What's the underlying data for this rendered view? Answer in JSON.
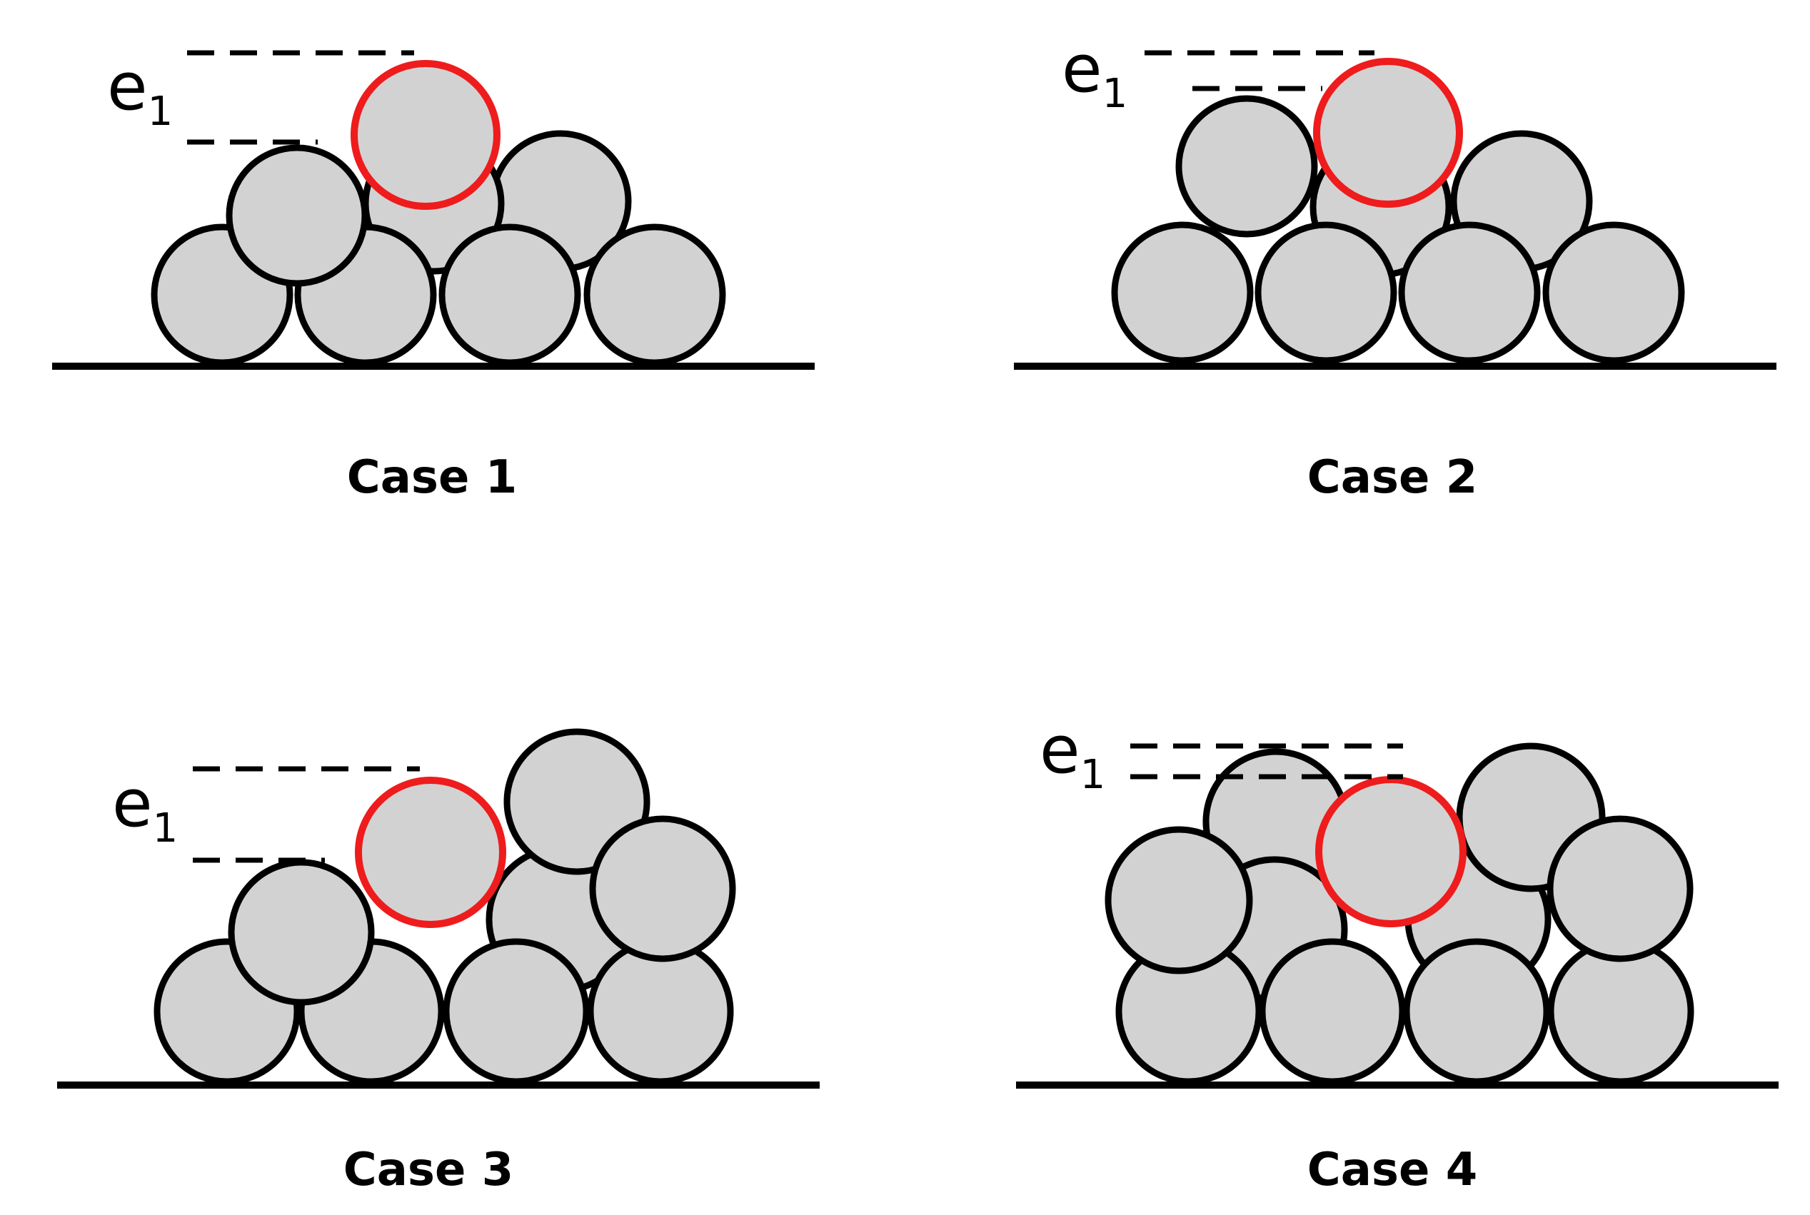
{
  "colors": {
    "sphere_fill": "#d3d2d3",
    "sphere_stroke": "#000000",
    "highlight_stroke": "#ee1c1c"
  },
  "panels": [
    {
      "label": "Case 1",
      "symbol": "e",
      "symbol_sub": "1"
    },
    {
      "label": "Case 2",
      "symbol": "e",
      "symbol_sub": "1"
    },
    {
      "label": "Case 3",
      "symbol": "e",
      "symbol_sub": "1"
    },
    {
      "label": "Case 4",
      "symbol": "e",
      "symbol_sub": "1"
    }
  ]
}
